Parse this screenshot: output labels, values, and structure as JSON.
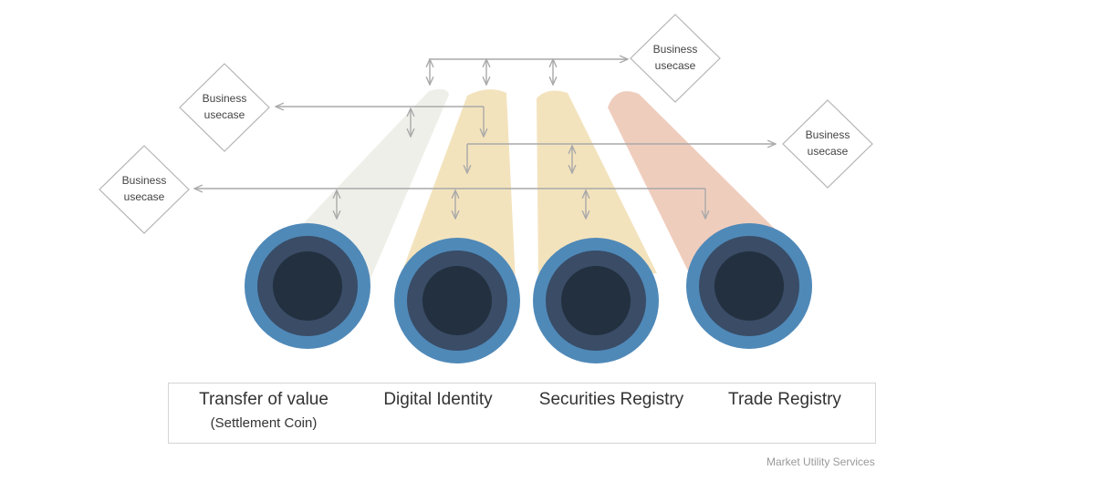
{
  "diamonds": [
    {
      "id": "usecase-top-left",
      "line1": "Business",
      "line2": "usecase"
    },
    {
      "id": "usecase-left",
      "line1": "Business",
      "line2": "usecase"
    },
    {
      "id": "usecase-top-right",
      "line1": "Business",
      "line2": "usecase"
    },
    {
      "id": "usecase-right",
      "line1": "Business",
      "line2": "usecase"
    }
  ],
  "services": [
    {
      "id": "transfer-of-value",
      "label": "Transfer of value",
      "sublabel": "(Settlement Coin)",
      "beam_color": "#efefea"
    },
    {
      "id": "digital-identity",
      "label": "Digital Identity",
      "sublabel": "",
      "beam_color": "#f3e3bd"
    },
    {
      "id": "securities-registry",
      "label": "Securities Registry",
      "sublabel": "",
      "beam_color": "#f3e3bd"
    },
    {
      "id": "trade-registry",
      "label": "Trade Registry",
      "sublabel": "",
      "beam_color": "#efcdbd"
    }
  ],
  "footer": "Market Utility Services",
  "colors": {
    "ring_outer": "#4f89b8",
    "ring_mid": "#3a4c66",
    "ring_inner": "#23303f",
    "connector": "#a9a9a9",
    "diamond_stroke": "#b5b5b5"
  }
}
